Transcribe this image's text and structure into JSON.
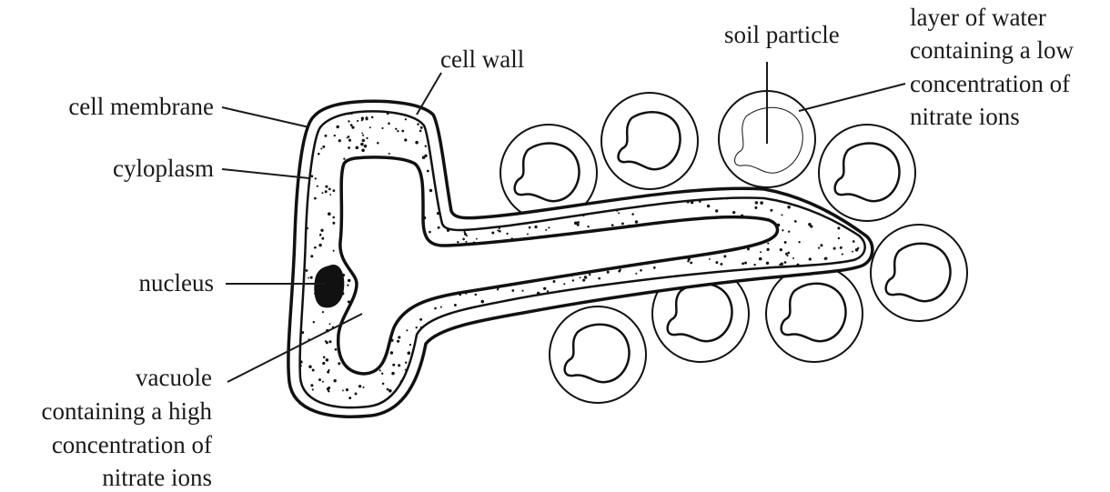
{
  "labels": {
    "cell_wall": "cell wall",
    "cell_membrane": "cell membrane",
    "cytoplasm": "cyloplasm",
    "nucleus": "nucleus",
    "vacuole": [
      "vacuole",
      "containing a high",
      "concentration of",
      "nitrate ions"
    ],
    "soil_particle": "soil particle",
    "water_layer": [
      "layer of water",
      "containing a low",
      "concentration of",
      "nitrate ions"
    ]
  },
  "colors": {
    "ink": "#111111",
    "background": "#ffffff"
  }
}
